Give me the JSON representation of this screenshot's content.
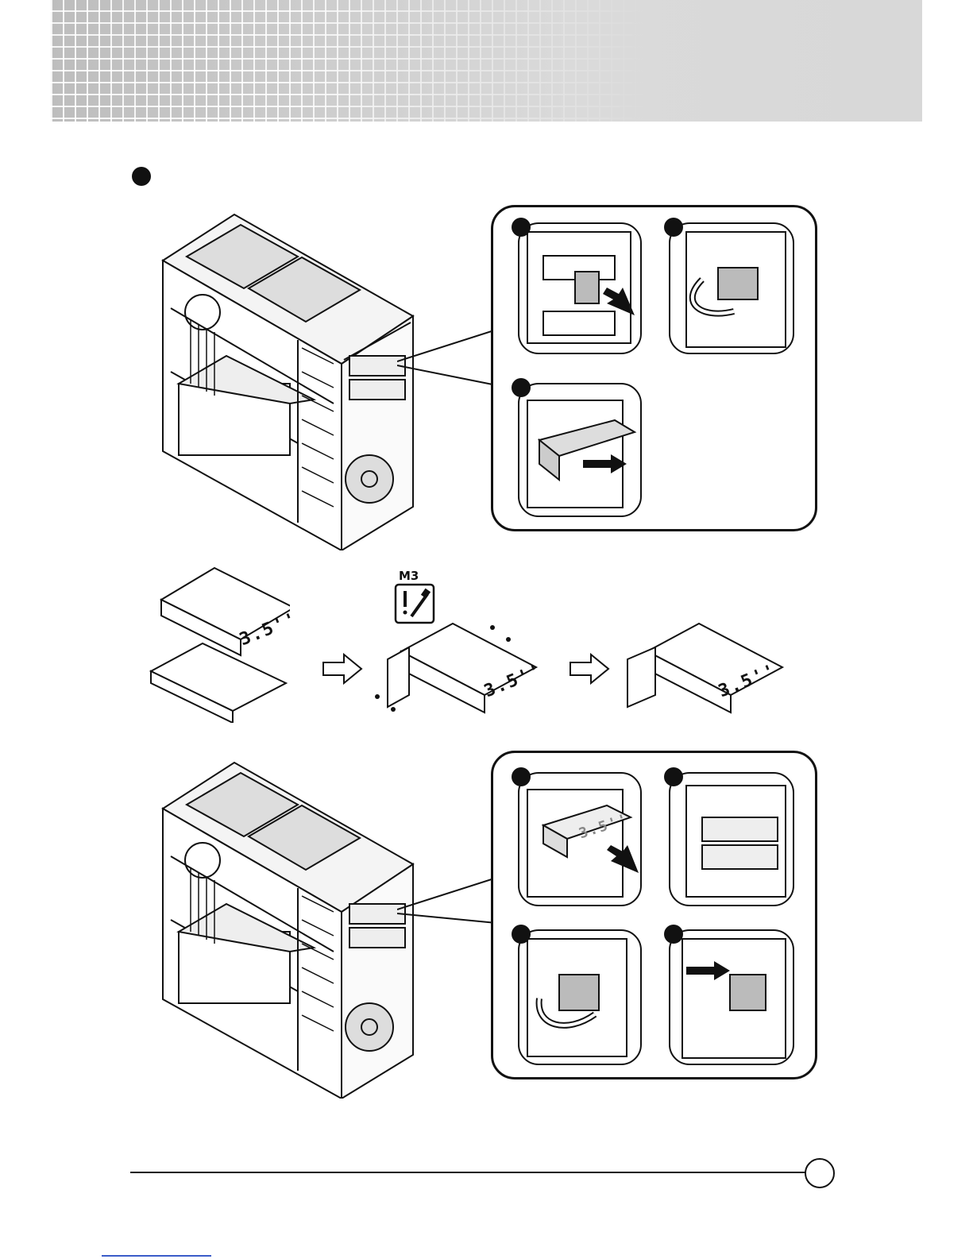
{
  "document": {
    "drive_size_label": "3.5''",
    "screw_type_label": "M3",
    "icons": {
      "step": "filled-circle-bullet",
      "push_arrow": "black-arrow",
      "rotate_arrow": "curved-rotation-arrow",
      "next_step_arrow": "outline-right-arrow",
      "screwdriver": "screwdriver-warning-icon"
    },
    "colors": {
      "ink": "#111111",
      "banner": "#cfcfcf",
      "link": "#3a5cc9"
    }
  }
}
